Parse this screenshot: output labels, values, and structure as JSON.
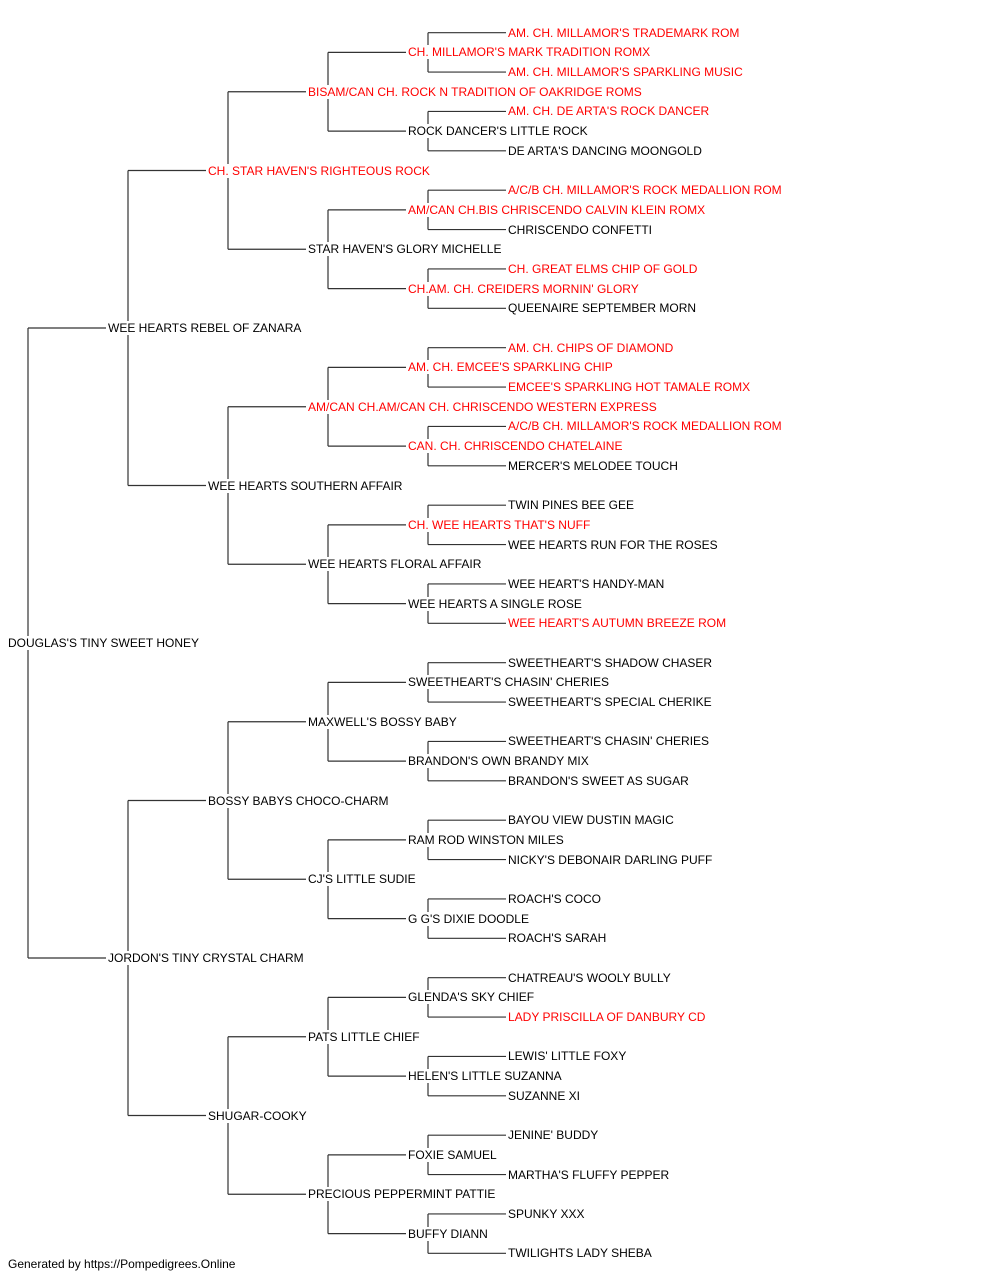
{
  "colors": {
    "champion": "#ff0000",
    "normal": "#000000",
    "line": "#333333"
  },
  "tree": {
    "name": "DOUGLAS'S TINY SWEET HONEY",
    "champ": false,
    "sire": {
      "name": "WEE HEARTS REBEL OF ZANARA",
      "champ": false,
      "sire": {
        "name": "CH. STAR HAVEN'S RIGHTEOUS ROCK",
        "champ": true,
        "sire": {
          "name": "BISAM/CAN CH. ROCK N TRADITION OF OAKRIDGE ROMS",
          "champ": true,
          "sire": {
            "name": "CH. MILLAMOR'S MARK TRADITION ROMX",
            "champ": true,
            "sire": {
              "name": "AM. CH. MILLAMOR'S TRADEMARK ROM",
              "champ": true
            },
            "dam": {
              "name": "AM. CH. MILLAMOR'S SPARKLING MUSIC",
              "champ": true
            }
          },
          "dam": {
            "name": "ROCK DANCER'S LITTLE ROCK",
            "champ": false,
            "sire": {
              "name": "AM. CH. DE ARTA'S ROCK DANCER",
              "champ": true
            },
            "dam": {
              "name": "DE ARTA'S DANCING MOONGOLD",
              "champ": false
            }
          }
        },
        "dam": {
          "name": "STAR HAVEN'S GLORY MICHELLE",
          "champ": false,
          "sire": {
            "name": "AM/CAN CH.BIS CHRISCENDO CALVIN KLEIN ROMX",
            "champ": true,
            "sire": {
              "name": "A/C/B CH. MILLAMOR'S ROCK MEDALLION ROM",
              "champ": true
            },
            "dam": {
              "name": "CHRISCENDO CONFETTI",
              "champ": false
            }
          },
          "dam": {
            "name": "CH.AM. CH. CREIDERS MORNIN' GLORY",
            "champ": true,
            "sire": {
              "name": "CH. GREAT ELMS CHIP OF GOLD",
              "champ": true
            },
            "dam": {
              "name": "QUEENAIRE SEPTEMBER MORN",
              "champ": false
            }
          }
        }
      },
      "dam": {
        "name": "WEE HEARTS SOUTHERN AFFAIR",
        "champ": false,
        "sire": {
          "name": "AM/CAN CH.AM/CAN CH. CHRISCENDO WESTERN EXPRESS",
          "champ": true,
          "sire": {
            "name": "AM. CH. EMCEE'S SPARKLING CHIP",
            "champ": true,
            "sire": {
              "name": "AM. CH. CHIPS OF DIAMOND",
              "champ": true
            },
            "dam": {
              "name": "EMCEE'S SPARKLING HOT TAMALE ROMX",
              "champ": true
            }
          },
          "dam": {
            "name": "CAN. CH. CHRISCENDO CHATELAINE",
            "champ": true,
            "sire": {
              "name": "A/C/B CH. MILLAMOR'S ROCK MEDALLION ROM",
              "champ": true
            },
            "dam": {
              "name": "MERCER'S MELODEE TOUCH",
              "champ": false
            }
          }
        },
        "dam": {
          "name": "WEE HEARTS FLORAL AFFAIR",
          "champ": false,
          "sire": {
            "name": "CH. WEE HEARTS THAT'S NUFF",
            "champ": true,
            "sire": {
              "name": "TWIN PINES BEE GEE",
              "champ": false
            },
            "dam": {
              "name": "WEE HEARTS RUN FOR THE ROSES",
              "champ": false
            }
          },
          "dam": {
            "name": "WEE HEARTS A SINGLE ROSE",
            "champ": false,
            "sire": {
              "name": "WEE HEART'S HANDY-MAN",
              "champ": false
            },
            "dam": {
              "name": "WEE HEART'S AUTUMN BREEZE ROM",
              "champ": true
            }
          }
        }
      }
    },
    "dam": {
      "name": "JORDON'S TINY CRYSTAL CHARM",
      "champ": false,
      "sire": {
        "name": "BOSSY BABYS CHOCO-CHARM",
        "champ": false,
        "sire": {
          "name": "MAXWELL'S BOSSY BABY",
          "champ": false,
          "sire": {
            "name": "SWEETHEART'S CHASIN' CHERIES",
            "champ": false,
            "sire": {
              "name": "SWEETHEART'S SHADOW CHASER",
              "champ": false
            },
            "dam": {
              "name": "SWEETHEART'S SPECIAL CHERIKE",
              "champ": false
            }
          },
          "dam": {
            "name": "BRANDON'S OWN BRANDY MIX",
            "champ": false,
            "sire": {
              "name": "SWEETHEART'S CHASIN' CHERIES",
              "champ": false
            },
            "dam": {
              "name": "BRANDON'S SWEET AS SUGAR",
              "champ": false
            }
          }
        },
        "dam": {
          "name": "CJ'S LITTLE SUDIE",
          "champ": false,
          "sire": {
            "name": "RAM ROD WINSTON MILES",
            "champ": false,
            "sire": {
              "name": "BAYOU VIEW DUSTIN MAGIC",
              "champ": false
            },
            "dam": {
              "name": "NICKY'S DEBONAIR DARLING PUFF",
              "champ": false
            }
          },
          "dam": {
            "name": "G G'S DIXIE DOODLE",
            "champ": false,
            "sire": {
              "name": "ROACH'S COCO",
              "champ": false
            },
            "dam": {
              "name": "ROACH'S SARAH",
              "champ": false
            }
          }
        }
      },
      "dam": {
        "name": "SHUGAR-COOKY",
        "champ": false,
        "sire": {
          "name": "PATS LITTLE CHIEF",
          "champ": false,
          "sire": {
            "name": "GLENDA'S SKY CHIEF",
            "champ": false,
            "sire": {
              "name": "CHATREAU'S WOOLY BULLY",
              "champ": false
            },
            "dam": {
              "name": "LADY PRISCILLA OF DANBURY CD",
              "champ": true
            }
          },
          "dam": {
            "name": "HELEN'S LITTLE SUZANNA",
            "champ": false,
            "sire": {
              "name": "LEWIS' LITTLE FOXY",
              "champ": false
            },
            "dam": {
              "name": "SUZANNE XI",
              "champ": false
            }
          }
        },
        "dam": {
          "name": "PRECIOUS PEPPERMINT PATTIE",
          "champ": false,
          "sire": {
            "name": "FOXIE SAMUEL",
            "champ": false,
            "sire": {
              "name": "JENINE' BUDDY",
              "champ": false
            },
            "dam": {
              "name": "MARTHA'S FLUFFY PEPPER",
              "champ": false
            }
          },
          "dam": {
            "name": "BUFFY DIANN",
            "champ": false,
            "sire": {
              "name": "SPUNKY XXX",
              "champ": false
            },
            "dam": {
              "name": "TWILIGHTS LADY SHEBA",
              "champ": false
            }
          }
        }
      }
    }
  },
  "footer": {
    "text": "Generated by https://Pompedigrees.Online"
  }
}
